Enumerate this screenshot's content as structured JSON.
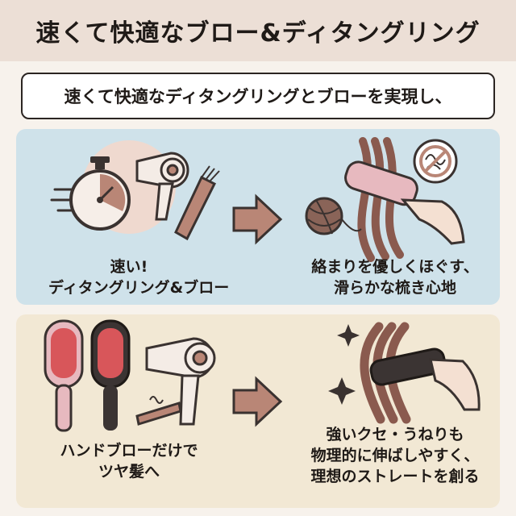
{
  "header": {
    "title": "速くて快適なブロー&ディタングリング"
  },
  "subtitle": "速くて快適なディタングリングとブローを実現し、",
  "top_panel": {
    "left_caption": [
      "速い!",
      "ディタングリング&ブロー"
    ],
    "right_caption": [
      "絡まりを優しくほぐす、",
      "滑らかな梳き心地"
    ]
  },
  "bottom_panel": {
    "left_caption": [
      "ハンドブローだけで",
      "ツヤ髪へ"
    ],
    "right_caption": [
      "強いクセ・うねりも",
      "物理的に伸ばしやすく、",
      "理想のストレートを創る"
    ]
  },
  "icons": [
    "stopwatch-icon",
    "hair-dryer-icon",
    "comb-icon",
    "arrow-right-icon",
    "yarn-ball-icon",
    "tangle-prohibited-icon",
    "hairbrush-icon",
    "flat-iron-icon",
    "sparkle-icon"
  ],
  "colors": {
    "background": "#ecdfd6",
    "top_panel": "#cfe2ea",
    "bottom_panel": "#f2e8d4",
    "accent_brown": "#b98676",
    "hair": "#8a5a4e",
    "brush_pink": "#e7b9bf",
    "brush_dark": "#3b3433"
  }
}
